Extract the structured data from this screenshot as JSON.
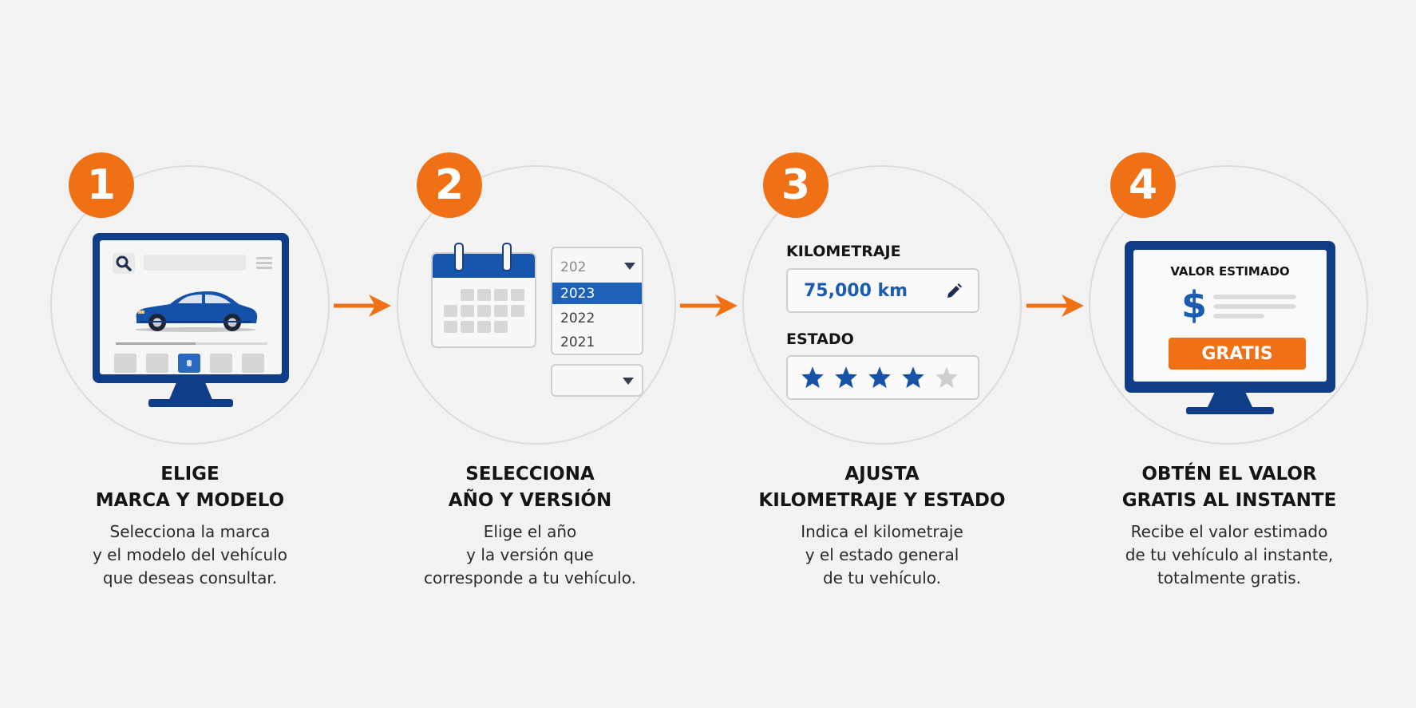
{
  "colors": {
    "accent": "#f07016",
    "primary": "#0f3d88",
    "blue": "#1d62b8",
    "background": "#f2f2f2"
  },
  "steps": [
    {
      "number": "1",
      "title_lines": [
        "ELIGE",
        "MARCA Y MODELO"
      ],
      "desc_lines": [
        "Selecciona la marca",
        "y el modelo del vehículo",
        "que deseas consultar."
      ],
      "icons": [
        "search-icon",
        "menu-icon",
        "car-icon"
      ]
    },
    {
      "number": "2",
      "title_lines": [
        "SELECCIONA",
        "AÑO Y VERSIÓN"
      ],
      "desc_lines": [
        "Elige el año",
        "y la versión que",
        "corresponde a tu vehículo."
      ],
      "year_options": [
        "202",
        "2023",
        "2022",
        "2021"
      ],
      "selected_year": "2023",
      "icons": [
        "calendar-icon",
        "chevron-down-icon"
      ]
    },
    {
      "number": "3",
      "title_lines": [
        "AJUSTA",
        "KILOMETRAJE Y ESTADO"
      ],
      "desc_lines": [
        "Indica el kilometraje",
        "y el estado general",
        "de tu vehículo."
      ],
      "mileage_label": "KILOMETRAJE",
      "mileage_value": "75,000 km",
      "condition_label": "ESTADO",
      "rating": 4,
      "rating_max": 5,
      "icons": [
        "pencil-icon",
        "star-icon"
      ]
    },
    {
      "number": "4",
      "title_lines": [
        "OBTÉN EL VALOR",
        "GRATIS AL INSTANTE"
      ],
      "desc_lines": [
        "Recibe el valor estimado",
        "de tu vehículo al instante,",
        "totalmente gratis."
      ],
      "screen_title": "VALOR ESTIMADO",
      "currency_symbol": "$",
      "button_label": "GRATIS",
      "icons": [
        "dollar-icon"
      ]
    }
  ]
}
